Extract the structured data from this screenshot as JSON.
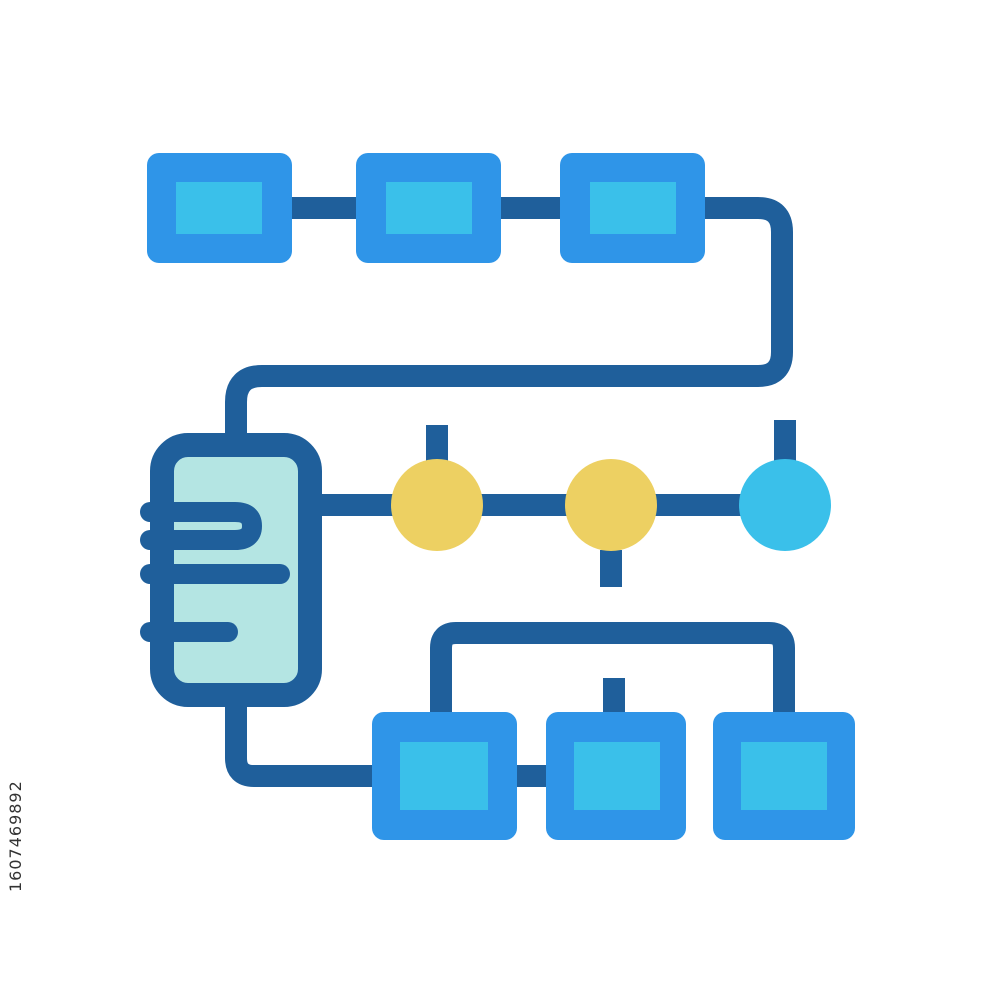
{
  "watermark": {
    "stock_id": "1607469892"
  },
  "icon": {
    "name": "workflow-diagram-icon",
    "colors": {
      "connector": "#1f5f9b",
      "box_fill": "#2f95e8",
      "box_inner": "#3ac0ea",
      "hub_fill": "#b4e5e3",
      "node_yellow": "#edd062",
      "node_cyan": "#3ac0ea"
    },
    "components": {
      "top_row_boxes": 3,
      "hub": 1,
      "middle_nodes": 3,
      "bottom_row_boxes": 3
    }
  }
}
